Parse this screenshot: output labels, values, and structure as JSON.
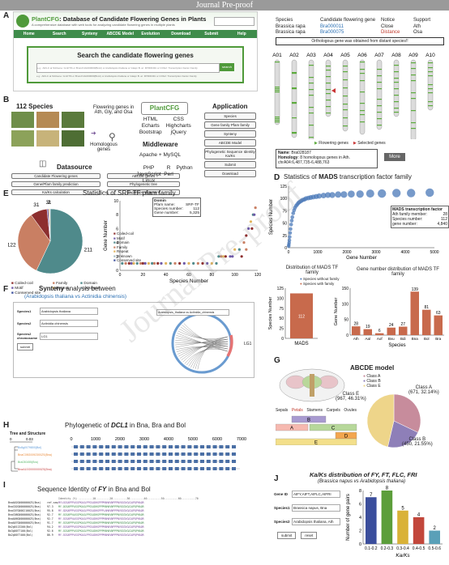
{
  "header_banner": "Journal Pre-proof",
  "watermark": "Journal Pre-proof",
  "panel_labels": [
    "A",
    "B",
    "C",
    "D",
    "E",
    "F",
    "G",
    "H",
    "I",
    "J"
  ],
  "panelA": {
    "logo": "PlantCFG",
    "site_title": "Database of Candidate Flowering Genes in Plants",
    "tagline": "A comprehensive database with web tools for analyzing candidate flowering genes in multiple plants",
    "nav": [
      "Home",
      "Search",
      "Synteny",
      "ABCDE Model",
      "Evolution",
      "Download",
      "Submit",
      "Help"
    ],
    "search_title": "Search the candidate flowering genes",
    "search_placeholder": "e.g.: AtFLC at SrkGene: GmFTlb or Brunch1G000000(BnAt) or Arabidopsis thaliana or Glaspi B. ar: FP0D0491 or COG2: Transcription Factor Family",
    "search_button": "search",
    "table_headers": [
      "Species",
      "Candidate flowering gene",
      "Notice",
      "Support"
    ],
    "table_rows": [
      {
        "species": "Brassica rapa",
        "gene": "Bra000011",
        "notice": "Close",
        "support": "Ath"
      },
      {
        "species": "Brassica rapa",
        "gene": "Bra000075",
        "notice": "Distance",
        "support": "Osa"
      }
    ],
    "ortho_note": "Orthologous gene was obtained from distant species!!",
    "chromosomes": [
      "A01",
      "A02",
      "A03",
      "A04",
      "A05",
      "A06",
      "A07",
      "A08",
      "A09",
      "A10"
    ],
    "legend_flowering": "Flowering genes",
    "legend_selected": "Selected genes",
    "gene_name_label": "Name",
    "gene_name": "Bra028187",
    "homology_label": "Homology",
    "homology_text": "8 homologous genes in Ath.",
    "gene_location": "chrA04:6,487,735-6,488,763",
    "more_button": "More"
  },
  "panelB": {
    "species_count": "112 Species",
    "flowering_text": "Flowering genes in Ath, Gly, and Osa",
    "homologous_label": "Homologous genes",
    "datasource_title": "Datasource",
    "datasource_items": [
      "Candidate Flowering genes",
      "ABCDE genes",
      "Gene/Pfam family prediction",
      "Phylogenetic tree",
      "Ka/Ks calculation",
      "Sequence alignment"
    ],
    "tech_front": [
      "HTML",
      "CSS",
      "Echarts",
      "Highcharts",
      "Bootstrap",
      "jQuery"
    ],
    "middleware_title": "Middleware",
    "tech_middle": "Apache + MySQL",
    "tech_back": [
      "PHP",
      "R",
      "Python",
      "JavaScript",
      "Perl",
      "Linux"
    ],
    "application_title": "Application",
    "application_items": [
      "Species",
      "Gene family Pfam family",
      "Synteny",
      "ABCDE Model",
      "Phylogenetic Sequence Identity Ka/Ks",
      "Submit",
      "Download"
    ],
    "logo": "PlantCFG"
  },
  "panelD": {
    "title_pre": "Statistics of ",
    "title_bold": "MADS",
    "title_post": " transcription factor family",
    "ylabel": "Species Number",
    "xlabel": "Gene Number",
    "info_title": "MADS transcription factor",
    "info_rows": [
      [
        "Ath family member:",
        "28"
      ],
      [
        "Species number:",
        "112"
      ],
      [
        "gene number:",
        "4,840"
      ]
    ],
    "dist_title": "Distribution of MADS TF family",
    "dist_legend": [
      "Species without family",
      "Species with family"
    ],
    "dist_value": "112",
    "dist_xlabel": "MADS",
    "dist_ylabel": "Species Number",
    "genedist_title": "Gene number distribution of MADS TF family",
    "genedist_ylabel": "Gene Number",
    "genedist_xlabel": "Species"
  },
  "panelE": {
    "title": "Statistics of SRF-TF pfam family",
    "pie_labels": [
      "211",
      "122",
      "31",
      "3",
      "2",
      "1"
    ],
    "legend": [
      "Coiled-coil",
      "Family",
      "Domain",
      "Motif",
      "Repeat",
      "Unknown",
      "Conserved site"
    ],
    "scatter_ylabel": "Gene Number",
    "scatter_xlabel": "Species Number",
    "info": [
      [
        "Domin",
        ""
      ],
      [
        "Pfam name:",
        "SRF-TF"
      ],
      [
        "Species number:",
        "112"
      ],
      [
        "Gene number:",
        "5,325"
      ]
    ]
  },
  "panelF": {
    "title_bold": "Synteny",
    "title_rest": " analysis between",
    "subtitle": "(Arabidopsis thaliana vs Actinidia chinensis)",
    "fields": [
      [
        "Species1",
        "Arabidopsis thaliana"
      ],
      [
        "Species2",
        "Actinidia chinensis"
      ],
      [
        "Species2 chromosome",
        "LG1"
      ]
    ],
    "submit": "submit",
    "circle_label": "LG1",
    "tooltip": "Arabidopsis_thaliana vs Actinidia_chinensis"
  },
  "panelG": {
    "title": "ABCDE model",
    "parts": [
      "Sepals",
      "Petals",
      "Stamens",
      "Carpels",
      "Ovules"
    ],
    "legend": [
      "Class A",
      "Class B",
      "Class E"
    ],
    "slices": [
      [
        "Class A",
        "(671, 32.14%)"
      ],
      [
        "Class B",
        "(450, 21.55%)"
      ],
      [
        "Class E",
        "(967, 46.31%)"
      ]
    ],
    "bar_letters": [
      "A",
      "B",
      "C",
      "D",
      "E"
    ]
  },
  "panelH": {
    "title_pre": "Phylogenetic of ",
    "title_gene": "DCL1",
    "title_post": " in Bna, Bra and Bol",
    "tree_title": "Tree and Structure",
    "scale": [
      "0",
      "0.03"
    ],
    "ticks": [
      "0",
      "1000",
      "2000",
      "3000",
      "4000",
      "5000",
      "6000",
      "7000"
    ]
  },
  "panelI": {
    "title_pre": "Sequence Identity of ",
    "title_gene": "FY",
    "title_post": " in Bna and Bol",
    "ruler": "Identity (%)  .........10.........20.........30.........40.........50.........60.........70",
    "rows": [
      [
        "BnaA02G0000000ZS(Bna)",
        "ref.seq",
        "MYLGGSAPPPASGPKAGLPPGSADHGPPPMAMAVNPPPNVGGGVGAIAPQPHAQR"
      ],
      [
        "BnaC02G0000000ZS(Bna)",
        "97.3",
        "MY-QGSAPPPASGPKAGLPPGSADHGPPPMAMAVNPPPNVGGGVGAIAPQPHAQR"
      ],
      [
        "BnaC07G0002100ZS(Bna)",
        "95.8",
        "MY-GDSAPPPASGPKAGLPPGSADHGPPPLAMAVNPPPNVGGGVGAIAPQPHAQR"
      ],
      [
        "BnaC08G0000000ZS(Bna)",
        "92.7",
        "MY-GGSAPPAASGPKAGLPPGSADHGPPPMAMAVNPPPNVGGGVGAIAPQPHAQR"
      ],
      [
        "BnaA06G0000000ZS(Bna)",
        "92.7",
        "MY-GGSAPPAASGPKAGLPPGSADHGPPPMAMAVNPPPNVGGGVGAIAPQPHAQR"
      ],
      [
        "BnaA07G0000000ZS(Bna)",
        "91.7",
        "MY-GGSAPPPASGPKAGLPPGSADHGPPPMAMAVNPPPNVGGGVGAIAPQPHAQR"
      ],
      [
        "Bo2g0113200(Bol)",
        "94.2",
        "MY-GGSAPPPASGPKAGLPPGSADHGPPPMAMAVNPPPNVGGGVGAIAPQPHAQR"
      ],
      [
        "Bo3g0077100(Bol)",
        "92.6",
        "MY-GGSAPPPASGPKAGLPPGSADHGPPPMAMAVNPPPNVGGGVGAIAPQPHAQR"
      ],
      [
        "Bo2g0077400(Bol)",
        "86.9",
        "MY-GGSAPPPASGPKAGLPPGSADHGPPPMAMAVNPPPNVGGGVGAIAPQPHAQR"
      ]
    ]
  },
  "panelJ": {
    "title": "Ka/Ks distribution of FY, FT, FLC, FRI",
    "subtitle": "(Brassica napus vs Arabidopsis thaliana)",
    "fields": [
      [
        "Gene ID",
        "AtFY,AtFT,AtFLC,AtFRI"
      ],
      [
        "Species1",
        "Brassica napus, Bna"
      ],
      [
        "Species2",
        "Arabidopsis thaliana, Ath"
      ]
    ],
    "buttons": [
      "submit",
      "reset"
    ]
  },
  "chart_data": [
    {
      "id": "D-scatter",
      "type": "scatter",
      "xlabel": "Gene Number",
      "ylabel": "Species Number",
      "ylim": [
        0,
        125
      ],
      "xlim": [
        0,
        5000
      ],
      "xticks": [
        0,
        1000,
        2000,
        3000,
        4000,
        5000
      ],
      "yticks": [
        0,
        25,
        50,
        75,
        100,
        125
      ],
      "x": [
        5,
        10,
        20,
        30,
        40,
        55,
        70,
        90,
        110,
        130,
        160,
        190,
        220,
        260,
        300,
        340,
        380,
        430,
        480,
        540,
        600,
        680,
        760,
        850,
        950,
        1050,
        1200,
        1350,
        1500,
        1700,
        1900,
        2150,
        2450,
        2800,
        3200,
        3700,
        4200,
        4840
      ],
      "y": [
        3,
        6,
        10,
        15,
        22,
        30,
        38,
        47,
        55,
        62,
        70,
        76,
        81,
        85,
        88,
        91,
        93,
        95,
        97,
        98,
        100,
        101,
        102,
        103,
        104,
        105,
        106,
        107,
        107,
        108,
        108,
        109,
        109,
        110,
        110,
        111,
        111,
        112
      ]
    },
    {
      "id": "D-dist",
      "type": "bar",
      "categories": [
        "MADS"
      ],
      "series": [
        {
          "name": "Species without family",
          "values": [
            0
          ]
        },
        {
          "name": "Species with family",
          "values": [
            112
          ]
        }
      ],
      "ylim": [
        0,
        125
      ],
      "yticks": [
        0,
        25,
        50,
        75,
        100,
        125
      ]
    },
    {
      "id": "D-genedist",
      "type": "bar",
      "categories": [
        "Ath",
        "Aal",
        "Aof",
        "Bvu",
        "Bdi",
        "Bna",
        "Bol",
        "Bra"
      ],
      "values": [
        28,
        19,
        6,
        24,
        27,
        139,
        81,
        63
      ],
      "ylim": [
        0,
        150
      ],
      "yticks": [
        0,
        50,
        100,
        150
      ]
    },
    {
      "id": "E-pie",
      "type": "pie",
      "labels": [
        "Domain",
        "Family",
        "Coiled-coil",
        "Motif",
        "Repeat",
        "Unknown"
      ],
      "values": [
        211,
        122,
        31,
        3,
        2,
        1
      ],
      "colors": [
        "#4f8a8b",
        "#c97f63",
        "#8d2f2f",
        "#6e5aa8",
        "#e0b35b",
        "#a0b8c0"
      ]
    },
    {
      "id": "E-scatter",
      "type": "scatter",
      "xlabel": "Species Number",
      "ylabel": "Gene Number",
      "xlim": [
        0,
        120
      ],
      "ylim": [
        0,
        10
      ],
      "xticks": [
        0,
        20,
        40,
        60,
        80,
        100,
        120
      ],
      "yticks": [
        0,
        2,
        4,
        6,
        8,
        10
      ],
      "x": [
        2,
        5,
        8,
        10,
        12,
        15,
        18,
        20,
        22,
        25,
        28,
        30,
        33,
        36,
        40,
        44,
        48,
        52,
        56,
        60,
        64,
        68,
        72,
        76,
        80,
        84,
        88,
        92,
        96,
        100,
        104,
        108,
        110,
        112,
        114,
        116,
        118,
        106,
        98,
        90,
        86,
        110,
        115,
        117
      ],
      "y": [
        1,
        1,
        1,
        1,
        1,
        1,
        1,
        1,
        1,
        1,
        1,
        1,
        1,
        1,
        1,
        1,
        1,
        1,
        1,
        1,
        1,
        1,
        1,
        1,
        1,
        1,
        2,
        2,
        2,
        3,
        3,
        4,
        5,
        6,
        7,
        8,
        9,
        2,
        2,
        2,
        2,
        3,
        6,
        8
      ]
    },
    {
      "id": "G-pie",
      "type": "pie",
      "labels": [
        "Class A",
        "Class B",
        "Class E"
      ],
      "values": [
        671,
        450,
        967
      ],
      "colors": [
        "#c78c9c",
        "#8e7fb8",
        "#eed58a"
      ]
    },
    {
      "id": "J-bar",
      "type": "bar",
      "xlabel": "Ka/Ks",
      "ylabel": "Number of gene pairs",
      "categories": [
        "0.1-0.2",
        "0.2-0.3",
        "0.3-0.4",
        "0.4-0.5",
        "0.5-0.6"
      ],
      "values": [
        7,
        8,
        5,
        4,
        2
      ],
      "ylim": [
        0,
        8
      ],
      "yticks": [
        0,
        2,
        4,
        6,
        8
      ],
      "colors": [
        "#3b4e9c",
        "#5c9e3b",
        "#d9b238",
        "#c2473b",
        "#5aa0b8"
      ]
    }
  ]
}
